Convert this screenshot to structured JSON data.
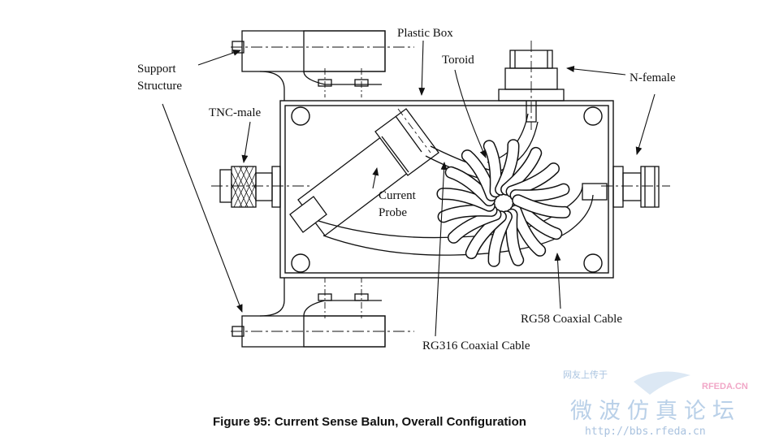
{
  "labels": {
    "support_structure_line1": "Support",
    "support_structure_line2": "Structure",
    "plastic_box": "Plastic Box",
    "toroid": "Toroid",
    "n_female": "N-female",
    "tnc_male": "TNC-male",
    "current_probe_line1": "Current",
    "current_probe_line2": "Probe",
    "rg58": "RG58 Coaxial Cable",
    "rg316": "RG316 Coaxial Cable"
  },
  "caption": "Figure 95: Current Sense Balun, Overall Configuration",
  "watermark": {
    "chinese_main": "微波仿真论坛",
    "chinese_small": "网友上传于",
    "url": "http://bbs.rfeda.cn",
    "brand": "RFEDA.CN"
  },
  "colors": {
    "line": "#111111",
    "watermark": "#b9d0e8",
    "brand": "#f1a7c7"
  }
}
